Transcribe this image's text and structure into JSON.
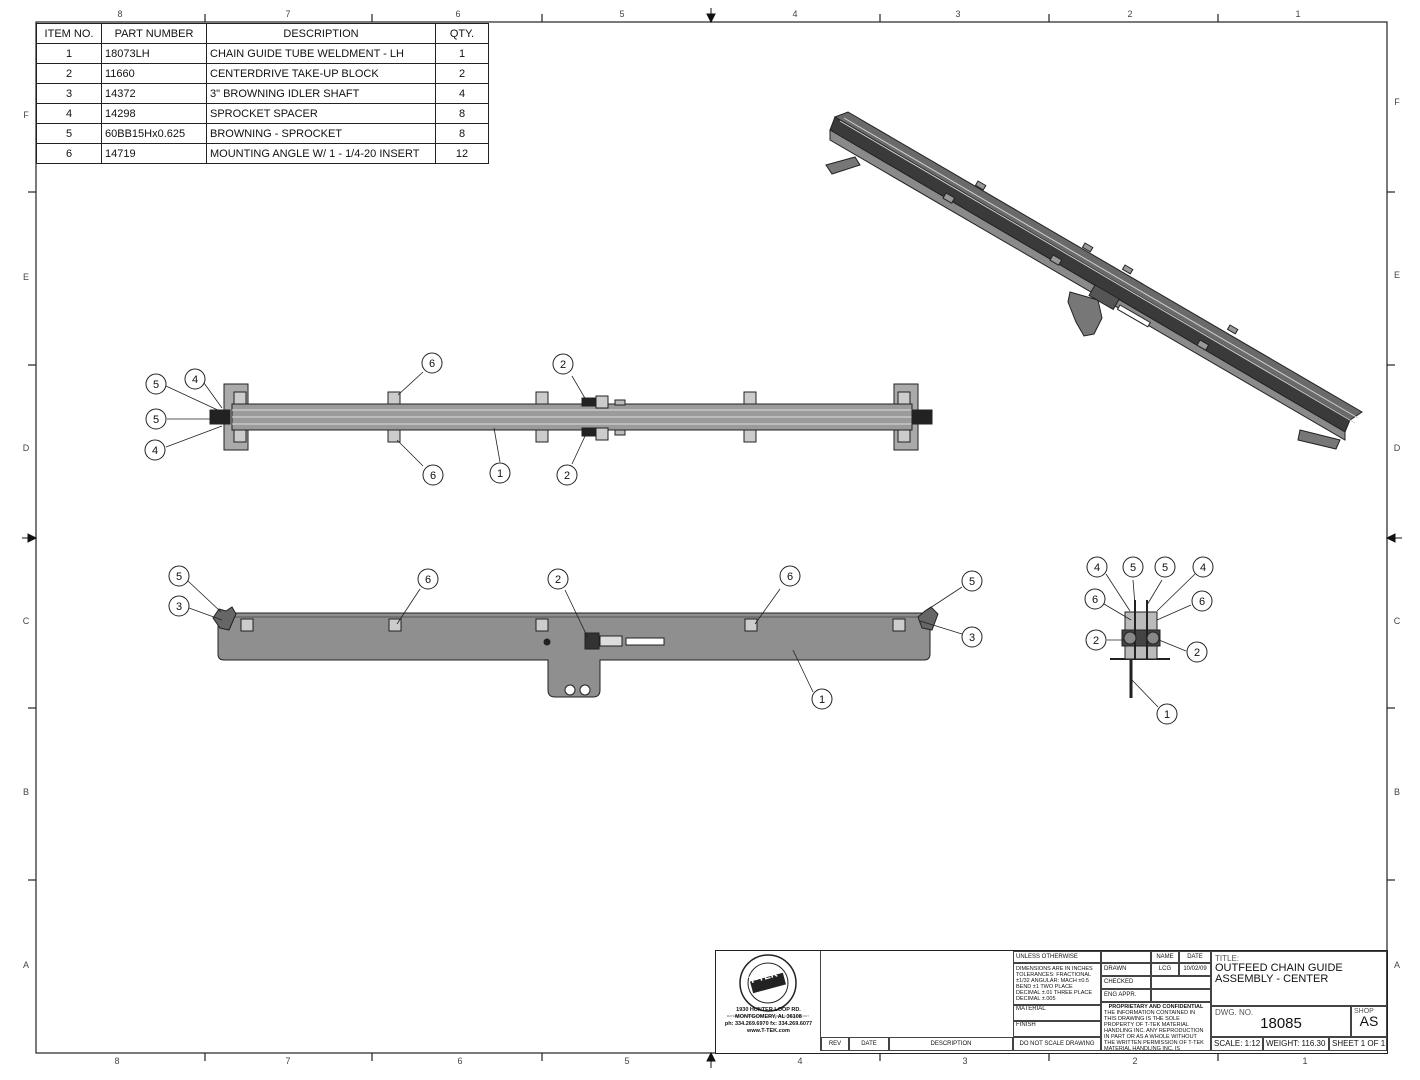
{
  "border": {
    "top_zones": [
      "8",
      "7",
      "6",
      "5",
      "4",
      "3",
      "2",
      "1"
    ],
    "bottom_zones": [
      "8",
      "7",
      "6",
      "5",
      "4",
      "3",
      "2",
      "1"
    ],
    "side_zones": [
      "F",
      "E",
      "D",
      "C",
      "B",
      "A"
    ]
  },
  "bom": {
    "headers": [
      "ITEM NO.",
      "PART NUMBER",
      "DESCRIPTION",
      "QTY."
    ],
    "rows": [
      {
        "item": "1",
        "part": "18073LH",
        "desc": "CHAIN GUIDE TUBE WELDMENT - LH",
        "qty": "1"
      },
      {
        "item": "2",
        "part": "11660",
        "desc": "CENTERDRIVE TAKE-UP BLOCK",
        "qty": "2"
      },
      {
        "item": "3",
        "part": "14372",
        "desc": "3\" BROWNING IDLER SHAFT",
        "qty": "4"
      },
      {
        "item": "4",
        "part": "14298",
        "desc": "SPROCKET SPACER",
        "qty": "8"
      },
      {
        "item": "5",
        "part": "60BB15Hx0.625",
        "desc": "BROWNING - SPROCKET",
        "qty": "8"
      },
      {
        "item": "6",
        "part": "14719",
        "desc": "MOUNTING ANGLE W/ 1 - 1/4-20 INSERT",
        "qty": "12"
      }
    ]
  },
  "balloons": {
    "top": [
      "5",
      "4",
      "5",
      "4",
      "6",
      "6",
      "2",
      "2",
      "1"
    ],
    "front": [
      "5",
      "3",
      "6",
      "2",
      "6",
      "5",
      "3",
      "1"
    ],
    "side": [
      "4",
      "5",
      "5",
      "4",
      "6",
      "6",
      "2",
      "2",
      "1"
    ]
  },
  "title_block": {
    "logo_text": "T-TEK",
    "logo_ring": "MATERIAL HANDLING INC. · THE EDGE OF TECHNOLOGY",
    "address1": "1930 HUNTER LOOP RD.",
    "address2": "MONTGOMERY, AL 36108",
    "phone": "ph: 334.269.6970 fx: 334.269.6077",
    "web": "www.T-TEK.com",
    "rev_hdr": "REV",
    "date_hdr": "DATE",
    "desc_hdr": "DESCRIPTION",
    "unless": "UNLESS OTHERWISE SPECIFIED:",
    "tolerances": "DIMENSIONS ARE IN INCHES TOLERANCES: FRACTIONAL ±1/32 ANGULAR: MACH ±0.5 BEND ±1 TWO PLACE DECIMAL ±.01 THREE PLACE DECIMAL ±.005",
    "material": "MATERIAL",
    "finish": "FINISH",
    "do_not_scale": "DO NOT SCALE DRAWING",
    "name_hdr": "NAME",
    "date2_hdr": "DATE",
    "drawn": "DRAWN",
    "drawn_by": "LCG",
    "drawn_date": "10/02/09",
    "checked": "CHECKED",
    "eng_appr": "ENG APPR.",
    "prop_title": "PROPRIETARY AND CONFIDENTIAL",
    "prop_text": "THE INFORMATION CONTAINED IN THIS DRAWING IS THE SOLE PROPERTY OF T-TEK MATERIAL HANDLING INC. ANY REPRODUCTION IN PART OR AS A WHOLE WITHOUT THE WRITTEN PERMISSION OF T-TEK MATERIAL HANDLING INC. IS PROHIBITED.",
    "title_label": "TITLE:",
    "title1": "OUTFEED CHAIN GUIDE",
    "title2": "ASSEMBLY - CENTER",
    "dwg_label": "DWG. NO.",
    "dwg_no": "18085",
    "shop_label": "SHOP",
    "shop": "AS",
    "scale": "SCALE: 1:12",
    "weight": "WEIGHT: 116.30",
    "sheet": "SHEET 1 OF 1"
  }
}
